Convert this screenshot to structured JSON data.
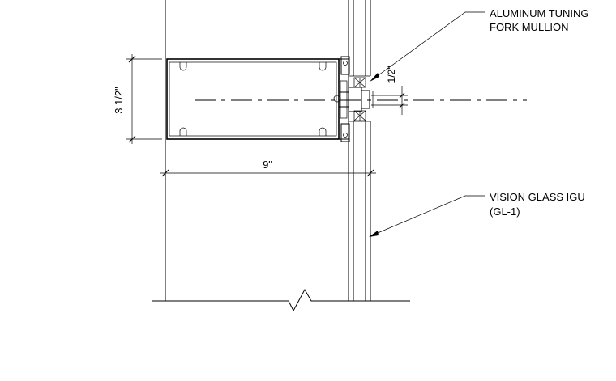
{
  "annotations": {
    "mullion_line1": "ALUMINUM TUNING",
    "mullion_line2": "FORK MULLION",
    "glass_line1": "VISION GLASS IGU",
    "glass_line2": "(GL-1)"
  },
  "dimensions": {
    "depth": "3 1/2\"",
    "width": "9\"",
    "gap": "1/2\""
  }
}
